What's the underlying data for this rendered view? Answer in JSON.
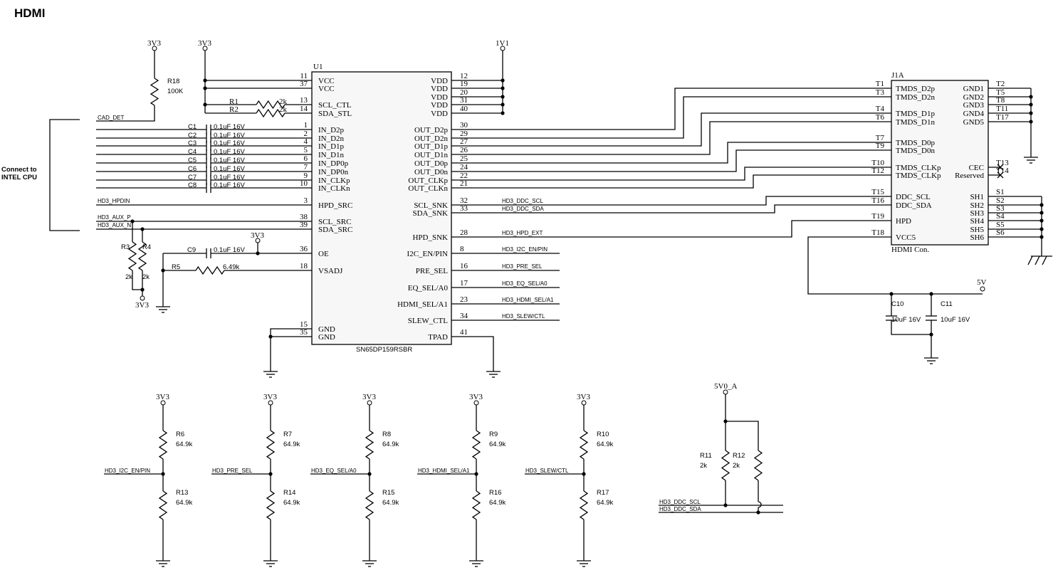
{
  "title": "HDMI",
  "connect_note": [
    "Connect to",
    "INTEL CPU"
  ],
  "u1": {
    "ref": "U1",
    "part": "SN65DP159RSBR",
    "left_pins": [
      {
        "num": "11",
        "name": "VCC"
      },
      {
        "num": "37",
        "name": "VCC"
      },
      {
        "num": "13",
        "name": "SCL_CTL"
      },
      {
        "num": "14",
        "name": "SDA_STL"
      },
      {
        "num": "1",
        "name": "IN_D2p"
      },
      {
        "num": "2",
        "name": "IN_D2n"
      },
      {
        "num": "4",
        "name": "IN_D1p"
      },
      {
        "num": "5",
        "name": "IN_D1n"
      },
      {
        "num": "6",
        "name": "IN_DP0p"
      },
      {
        "num": "7",
        "name": "IN_DP0n"
      },
      {
        "num": "9",
        "name": "IN_CLKp"
      },
      {
        "num": "10",
        "name": "IN_CLKn"
      },
      {
        "num": "3",
        "name": "HPD_SRC"
      },
      {
        "num": "38",
        "name": "SCL_SRC"
      },
      {
        "num": "39",
        "name": "SDA_SRC"
      },
      {
        "num": "36",
        "name": "OE"
      },
      {
        "num": "18",
        "name": "VSADJ"
      },
      {
        "num": "15",
        "name": "GND"
      },
      {
        "num": "35",
        "name": "GND"
      }
    ],
    "right_pins": [
      {
        "num": "12",
        "name": "VDD"
      },
      {
        "num": "19",
        "name": "VDD"
      },
      {
        "num": "20",
        "name": "VDD"
      },
      {
        "num": "31",
        "name": "VDD"
      },
      {
        "num": "40",
        "name": "VDD"
      },
      {
        "num": "30",
        "name": "OUT_D2p"
      },
      {
        "num": "29",
        "name": "OUT_D2n"
      },
      {
        "num": "27",
        "name": "OUT_D1p"
      },
      {
        "num": "26",
        "name": "OUT_D1n"
      },
      {
        "num": "25",
        "name": "OUT_D0p"
      },
      {
        "num": "24",
        "name": "OUT_D0n"
      },
      {
        "num": "22",
        "name": "OUT_CLKp"
      },
      {
        "num": "21",
        "name": "OUT_CLKn"
      },
      {
        "num": "32",
        "name": "SCL_SNK"
      },
      {
        "num": "33",
        "name": "SDA_SNK"
      },
      {
        "num": "28",
        "name": "HPD_SNK"
      },
      {
        "num": "8",
        "name": "I2C_EN/PIN"
      },
      {
        "num": "16",
        "name": "PRE_SEL"
      },
      {
        "num": "17",
        "name": "EQ_SEL/A0"
      },
      {
        "num": "23",
        "name": "HDMI_SEL/A1"
      },
      {
        "num": "34",
        "name": "SLEW_CTL"
      },
      {
        "num": "41",
        "name": "TPAD"
      }
    ]
  },
  "j1": {
    "ref": "J1A",
    "part": "HDMI Con.",
    "left_pins": [
      {
        "num": "T1",
        "name": "TMDS_D2p"
      },
      {
        "num": "T3",
        "name": "TMDS_D2n"
      },
      {
        "num": "T4",
        "name": "TMDS_D1p"
      },
      {
        "num": "T6",
        "name": "TMDS_D1n"
      },
      {
        "num": "T7",
        "name": "TMDS_D0p"
      },
      {
        "num": "T9",
        "name": "TMDS_D0n"
      },
      {
        "num": "T10",
        "name": "TMDS_CLKp"
      },
      {
        "num": "T12",
        "name": "TMDS_CLKp"
      },
      {
        "num": "T15",
        "name": "DDC_SCL"
      },
      {
        "num": "T16",
        "name": "DDC_SDA"
      },
      {
        "num": "T19",
        "name": "HPD"
      },
      {
        "num": "T18",
        "name": "VCC5"
      }
    ],
    "right_pins": [
      {
        "num": "T2",
        "name": "GND1"
      },
      {
        "num": "T5",
        "name": "GND2"
      },
      {
        "num": "T8",
        "name": "GND3"
      },
      {
        "num": "T11",
        "name": "GND4"
      },
      {
        "num": "T17",
        "name": "GND5"
      },
      {
        "num": "T13",
        "name": "CEC"
      },
      {
        "num": "T14",
        "name": "Reserved"
      },
      {
        "num": "S1",
        "name": "SH1"
      },
      {
        "num": "S2",
        "name": "SH2"
      },
      {
        "num": "S3",
        "name": "SH3"
      },
      {
        "num": "S4",
        "name": "SH4"
      },
      {
        "num": "S5",
        "name": "SH5"
      },
      {
        "num": "S6",
        "name": "SH6"
      }
    ]
  },
  "caps_in": [
    {
      "ref": "C1",
      "value": "0.1uF 16V"
    },
    {
      "ref": "C2",
      "value": "0.1uF 16V"
    },
    {
      "ref": "C3",
      "value": "0.1uF 16V"
    },
    {
      "ref": "C4",
      "value": "0.1uF 16V"
    },
    {
      "ref": "C5",
      "value": "0.1uF 16V"
    },
    {
      "ref": "C6",
      "value": "0.1uF 16V"
    },
    {
      "ref": "C7",
      "value": "0.1uF 16V"
    },
    {
      "ref": "C8",
      "value": "0.1uF 16V"
    }
  ],
  "parts": {
    "r18": {
      "ref": "R18",
      "value": "100K"
    },
    "r1": {
      "ref": "R1",
      "value": "2k"
    },
    "r2": {
      "ref": "R2",
      "value": "2k"
    },
    "r3": {
      "ref": "R3",
      "value": "2k"
    },
    "r4": {
      "ref": "R4",
      "value": "2k"
    },
    "r5": {
      "ref": "R5",
      "value": "6.49k"
    },
    "c9": {
      "ref": "C9",
      "value": "0.1uF 16V"
    },
    "c10": {
      "ref": "C10",
      "value": "10uF 16V"
    },
    "c11": {
      "ref": "C11",
      "value": "10uF 16V"
    },
    "r11": {
      "ref": "R11",
      "value": "2k"
    },
    "r12": {
      "ref": "R12",
      "value": "2k"
    }
  },
  "power": {
    "v3v3": "3V3",
    "v1v1": "1V1",
    "v5": "5V",
    "v5a": "5V0_A"
  },
  "nets": {
    "cad_det": "CAD_DET",
    "hpdin": "HD3_HPDIN",
    "aux_p": "HD3_AUX_P",
    "aux_n": "HD3_AUX_N",
    "ddc_scl": "HD3_DDC_SCL",
    "ddc_sda": "HD3_DDC_SDA",
    "hpd_ext": "HD3_HPD_EXT",
    "i2c_en": "HD3_I2C_EN/PIN",
    "pre_sel": "HD3_PRE_SEL",
    "eq_sel": "HD3_EQ_SEL/A0",
    "hdmi_sel": "HD3_HDMI_SEL/A1",
    "slew": "HD3_SLEW/CTL"
  },
  "dividers": [
    {
      "net": "HD3_I2C_EN/PIN",
      "top": "R6",
      "top_val": "64.9k",
      "bot": "R13",
      "bot_val": "64.9k"
    },
    {
      "net": "HD3_PRE_SEL",
      "top": "R7",
      "top_val": "64.9k",
      "bot": "R14",
      "bot_val": "64.9k"
    },
    {
      "net": "HD3_EQ_SEL/A0",
      "top": "R8",
      "top_val": "64.9k",
      "bot": "R15",
      "bot_val": "64.9k"
    },
    {
      "net": "HD3_HDMI_SEL/A1",
      "top": "R9",
      "top_val": "64.9k",
      "bot": "R16",
      "bot_val": "64.9k"
    },
    {
      "net": "HD3_SLEW/CTL",
      "top": "R10",
      "top_val": "64.9k",
      "bot": "R17",
      "bot_val": "64.9k"
    }
  ]
}
